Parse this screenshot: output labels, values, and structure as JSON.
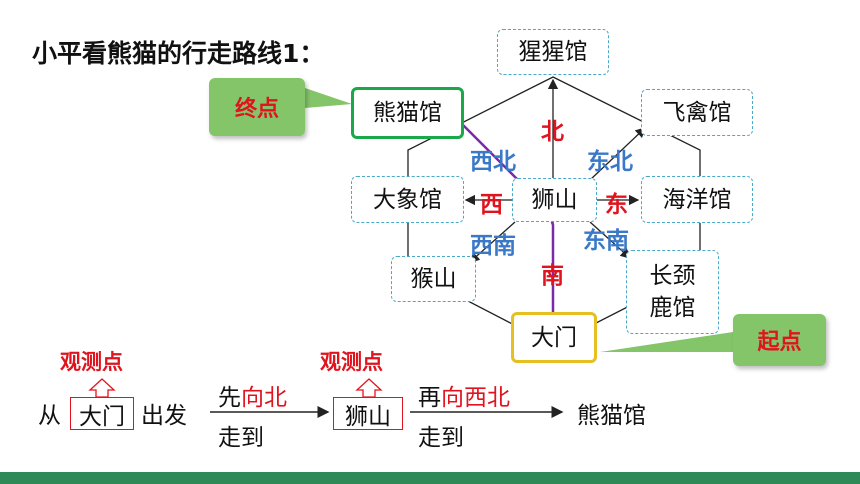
{
  "title": "小平看熊猫的行走路线1：",
  "places": {
    "xingxing": "猩猩馆",
    "xiongmao": "熊猫馆",
    "feiqin": "飞禽馆",
    "daxiang": "大象馆",
    "shishan": "狮山",
    "haiyang": "海洋馆",
    "houshan": "猴山",
    "changjinglu_1": "长颈",
    "changjinglu_2": "鹿馆",
    "damen": "大门"
  },
  "directions": {
    "north": "北",
    "south": "南",
    "east": "东",
    "west": "西",
    "northwest": "西北",
    "northeast": "东北",
    "southwest": "西南",
    "southeast": "东南"
  },
  "callouts": {
    "end": "终点",
    "start": "起点"
  },
  "flow": {
    "from_prefix": "从",
    "gate": "大门",
    "depart": "出发",
    "observe_label": "观测点",
    "step1_pre": "先",
    "step1_dir": "向北",
    "step1_walk": "走到",
    "lion": "狮山",
    "step2_pre": "再",
    "step2_dir": "向西北",
    "step2_walk": "走到",
    "destination": "熊猫馆"
  },
  "colors": {
    "accent_red": "#e0141e",
    "direction_blue": "#3a78c8",
    "route_purple": "#7a2aa8",
    "callout_green": "#84c56a",
    "end_border": "#1aa84a",
    "start_border": "#e6c020",
    "bottom_bar": "#2e8b57"
  }
}
